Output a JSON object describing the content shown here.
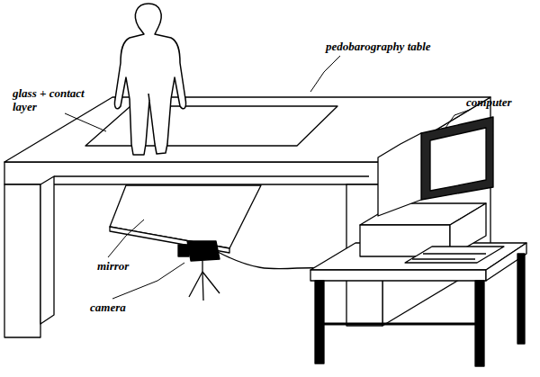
{
  "diagram": {
    "labels": [
      "glass + contact layer",
      "pedobarography table",
      "computer",
      "mirror",
      "camera"
    ]
  }
}
